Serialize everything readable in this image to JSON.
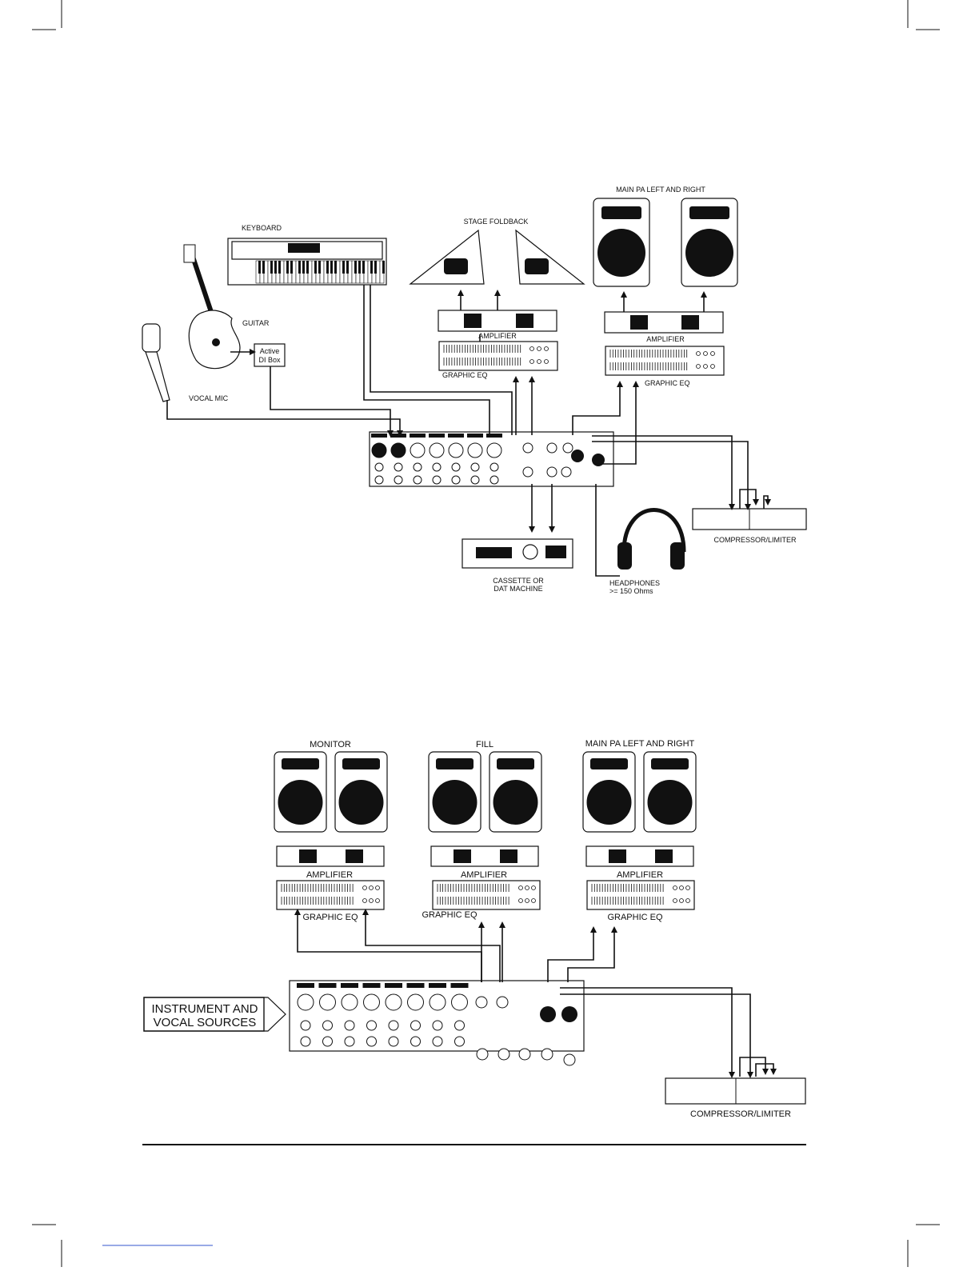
{
  "diagram_top": {
    "keyboard": "KEYBOARD",
    "guitar": "GUITAR",
    "di_box_line1": "Active",
    "di_box_line2": "DI Box",
    "vocal_mic": "VOCAL MIC",
    "stage_foldback": "STAGE FOLDBACK",
    "main_pa": "MAIN PA LEFT AND RIGHT",
    "amplifier_left": "AMPLIFIER",
    "amplifier_right": "AMPLIFIER",
    "graphic_eq_left": "GRAPHIC EQ",
    "graphic_eq_right": "GRAPHIC EQ",
    "compressor": "COMPRESSOR/LIMITER",
    "cassette_line1": "CASSETTE OR",
    "cassette_line2": "DAT MACHINE",
    "headphones_line1": "HEADPHONES",
    "headphones_line2": ">= 150 Ohms"
  },
  "diagram_bottom": {
    "monitor": "MONITOR",
    "fill": "FILL",
    "main_pa": "MAIN PA LEFT AND RIGHT",
    "amplifier_1": "AMPLIFIER",
    "amplifier_2": "AMPLIFIER",
    "amplifier_3": "AMPLIFIER",
    "graphic_eq_1": "GRAPHIC EQ",
    "graphic_eq_2": "GRAPHIC EQ",
    "graphic_eq_3": "GRAPHIC EQ",
    "sources_line1": "INSTRUMENT AND",
    "sources_line2": "VOCAL SOURCES",
    "compressor": "COMPRESSOR/LIMITER"
  }
}
